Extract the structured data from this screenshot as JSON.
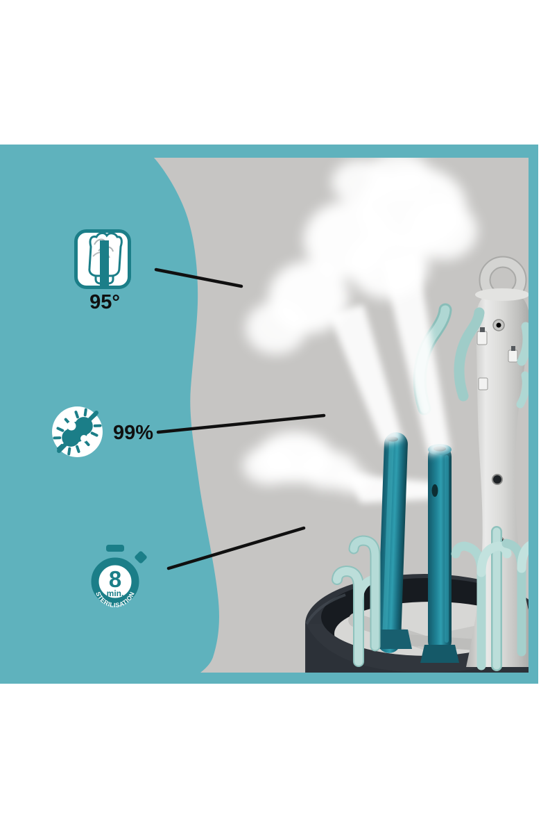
{
  "panel": {
    "background_white": "#FFFFFF",
    "teal": "#5FB2BD",
    "gray": "#C6C5C3"
  },
  "callouts": [
    {
      "icon": "steam-bottle-icon",
      "label": "95°"
    },
    {
      "icon": "no-germs-icon",
      "label": "99%"
    },
    {
      "icon": "stopwatch-icon",
      "value": "8",
      "unit": "min.",
      "caption": "STERILISATION"
    }
  ],
  "colors": {
    "icon_teal": "#1B7E88",
    "callout_line": "#101010",
    "tube_teal": "#1F7F93",
    "mint": "#AFD7D3",
    "base_charcoal": "#2F343B",
    "column_gray": "#D2D2D0",
    "steam_white": "#FFFFFF"
  }
}
